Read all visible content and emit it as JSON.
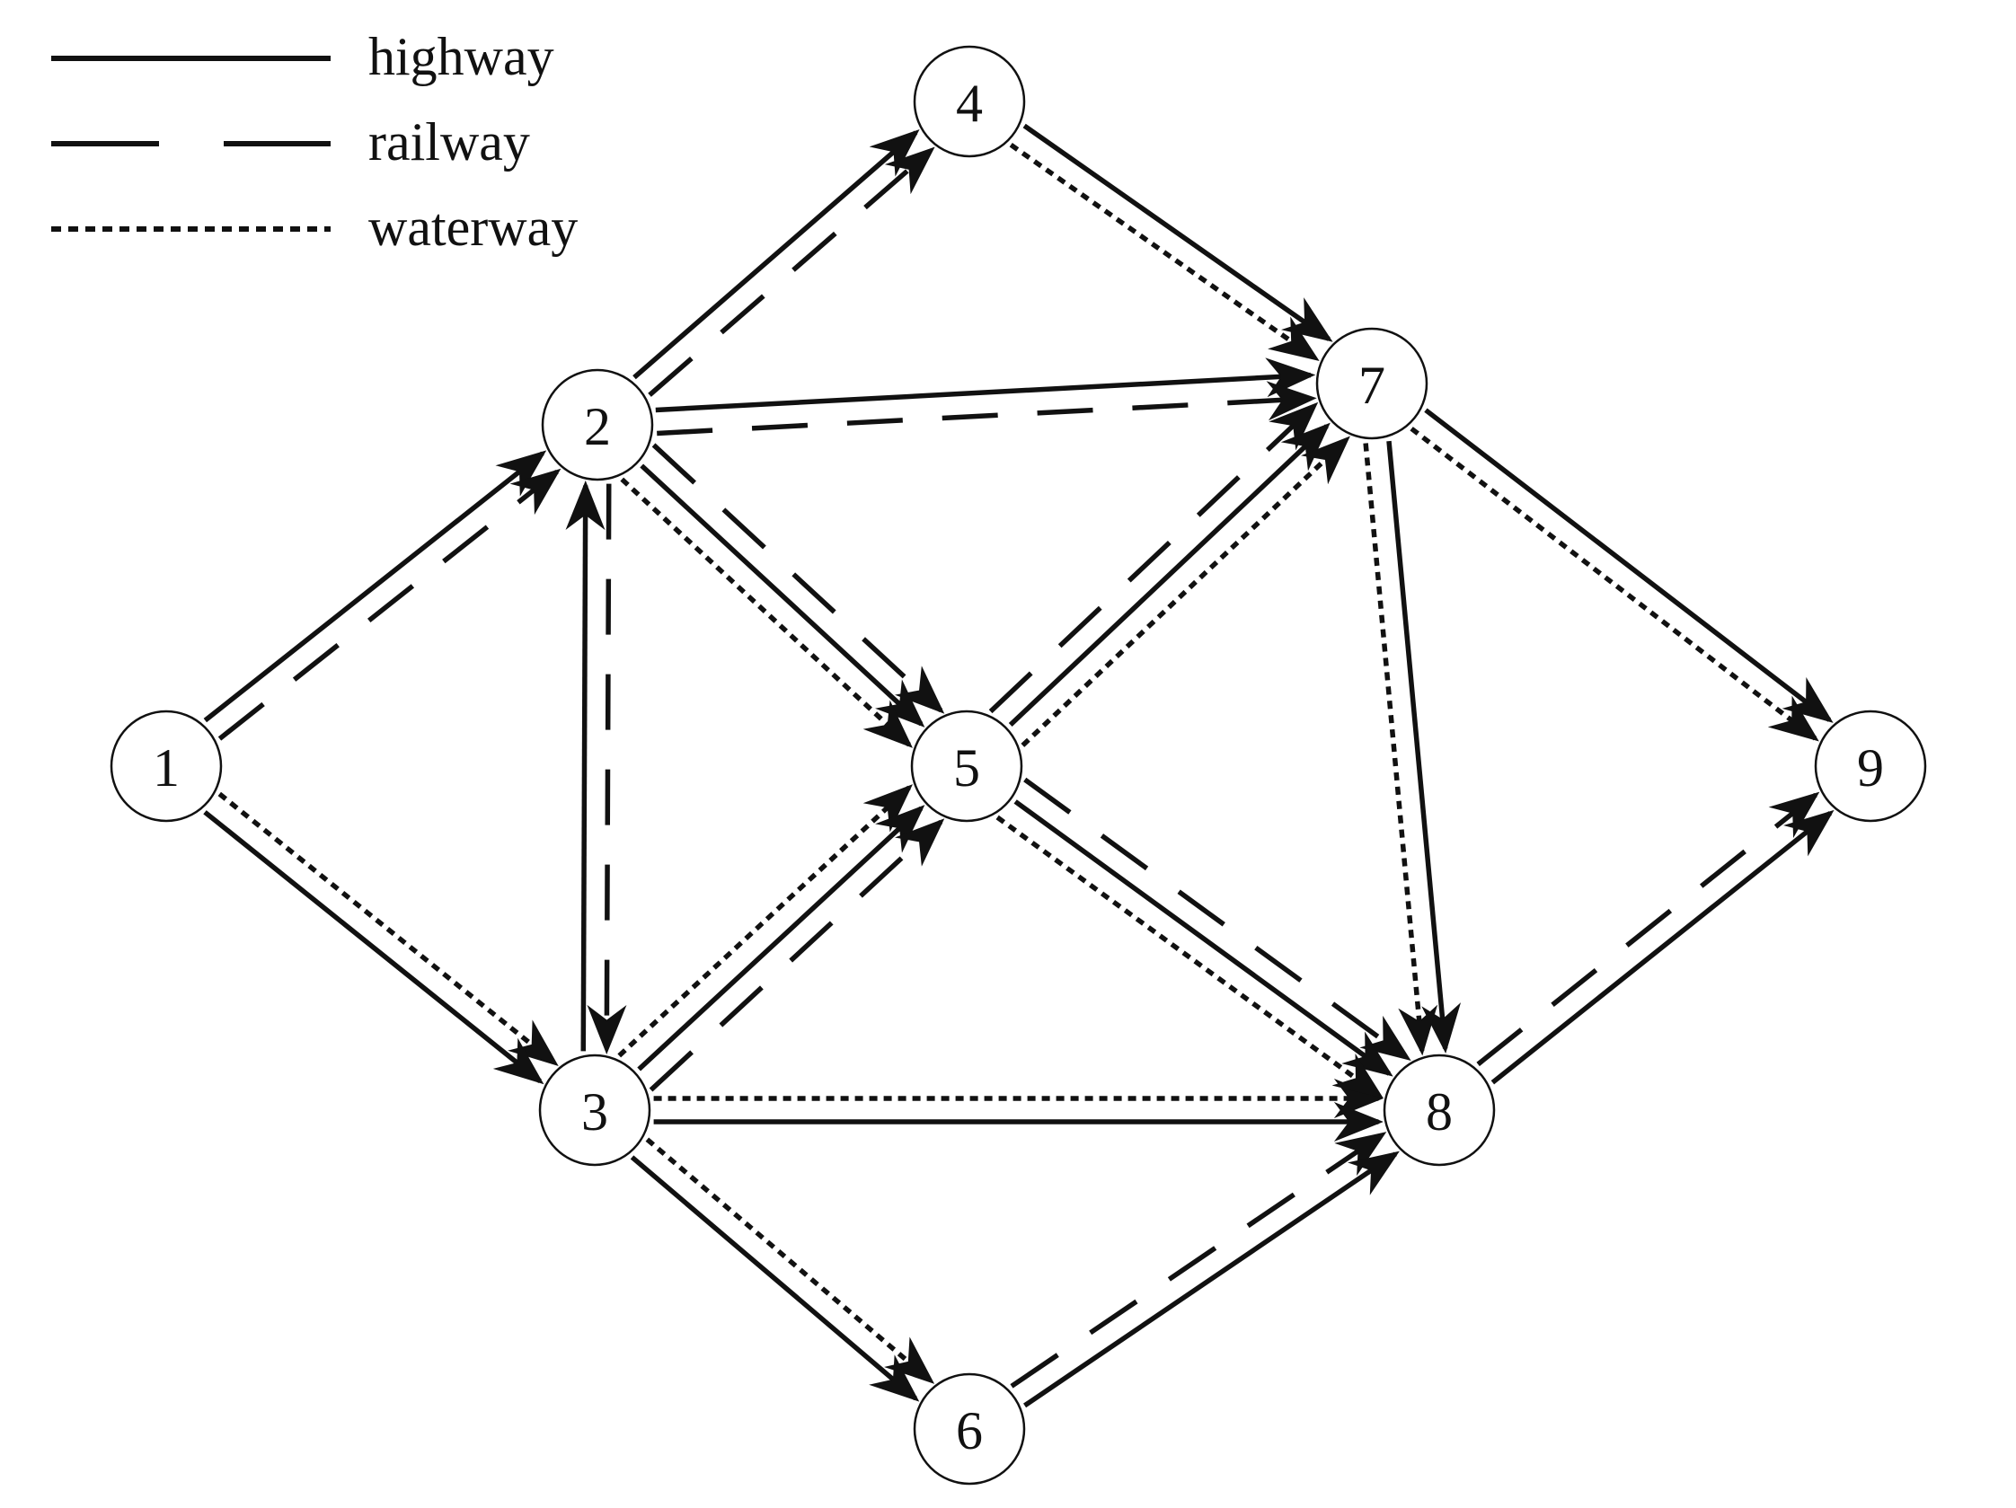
{
  "legend": [
    {
      "mode": "highway",
      "label": "highway"
    },
    {
      "mode": "railway",
      "label": "railway"
    },
    {
      "mode": "waterway",
      "label": "waterway"
    }
  ],
  "nodes": [
    {
      "id": "1",
      "label": "1"
    },
    {
      "id": "2",
      "label": "2"
    },
    {
      "id": "3",
      "label": "3"
    },
    {
      "id": "4",
      "label": "4"
    },
    {
      "id": "5",
      "label": "5"
    },
    {
      "id": "6",
      "label": "6"
    },
    {
      "id": "7",
      "label": "7"
    },
    {
      "id": "8",
      "label": "8"
    },
    {
      "id": "9",
      "label": "9"
    }
  ],
  "edges": [
    {
      "from": "1",
      "to": "2",
      "mode": "highway"
    },
    {
      "from": "1",
      "to": "2",
      "mode": "railway"
    },
    {
      "from": "1",
      "to": "3",
      "mode": "waterway"
    },
    {
      "from": "1",
      "to": "3",
      "mode": "highway"
    },
    {
      "from": "2",
      "to": "4",
      "mode": "highway"
    },
    {
      "from": "2",
      "to": "4",
      "mode": "railway"
    },
    {
      "from": "2",
      "to": "7",
      "mode": "highway"
    },
    {
      "from": "2",
      "to": "7",
      "mode": "railway"
    },
    {
      "from": "2",
      "to": "3",
      "mode": "railway"
    },
    {
      "from": "3",
      "to": "2",
      "mode": "highway"
    },
    {
      "from": "2",
      "to": "5",
      "mode": "railway"
    },
    {
      "from": "2",
      "to": "5",
      "mode": "highway"
    },
    {
      "from": "2",
      "to": "5",
      "mode": "waterway"
    },
    {
      "from": "3",
      "to": "5",
      "mode": "waterway"
    },
    {
      "from": "3",
      "to": "5",
      "mode": "highway"
    },
    {
      "from": "3",
      "to": "5",
      "mode": "railway"
    },
    {
      "from": "3",
      "to": "8",
      "mode": "waterway"
    },
    {
      "from": "3",
      "to": "8",
      "mode": "highway"
    },
    {
      "from": "3",
      "to": "6",
      "mode": "waterway"
    },
    {
      "from": "3",
      "to": "6",
      "mode": "highway"
    },
    {
      "from": "4",
      "to": "7",
      "mode": "highway"
    },
    {
      "from": "4",
      "to": "7",
      "mode": "waterway"
    },
    {
      "from": "5",
      "to": "7",
      "mode": "railway"
    },
    {
      "from": "5",
      "to": "7",
      "mode": "highway"
    },
    {
      "from": "5",
      "to": "7",
      "mode": "waterway"
    },
    {
      "from": "5",
      "to": "8",
      "mode": "railway"
    },
    {
      "from": "5",
      "to": "8",
      "mode": "highway"
    },
    {
      "from": "5",
      "to": "8",
      "mode": "waterway"
    },
    {
      "from": "6",
      "to": "8",
      "mode": "railway"
    },
    {
      "from": "6",
      "to": "8",
      "mode": "highway"
    },
    {
      "from": "7",
      "to": "8",
      "mode": "highway"
    },
    {
      "from": "7",
      "to": "8",
      "mode": "waterway"
    },
    {
      "from": "7",
      "to": "9",
      "mode": "highway"
    },
    {
      "from": "7",
      "to": "9",
      "mode": "waterway"
    },
    {
      "from": "8",
      "to": "9",
      "mode": "railway"
    },
    {
      "from": "8",
      "to": "9",
      "mode": "highway"
    }
  ]
}
